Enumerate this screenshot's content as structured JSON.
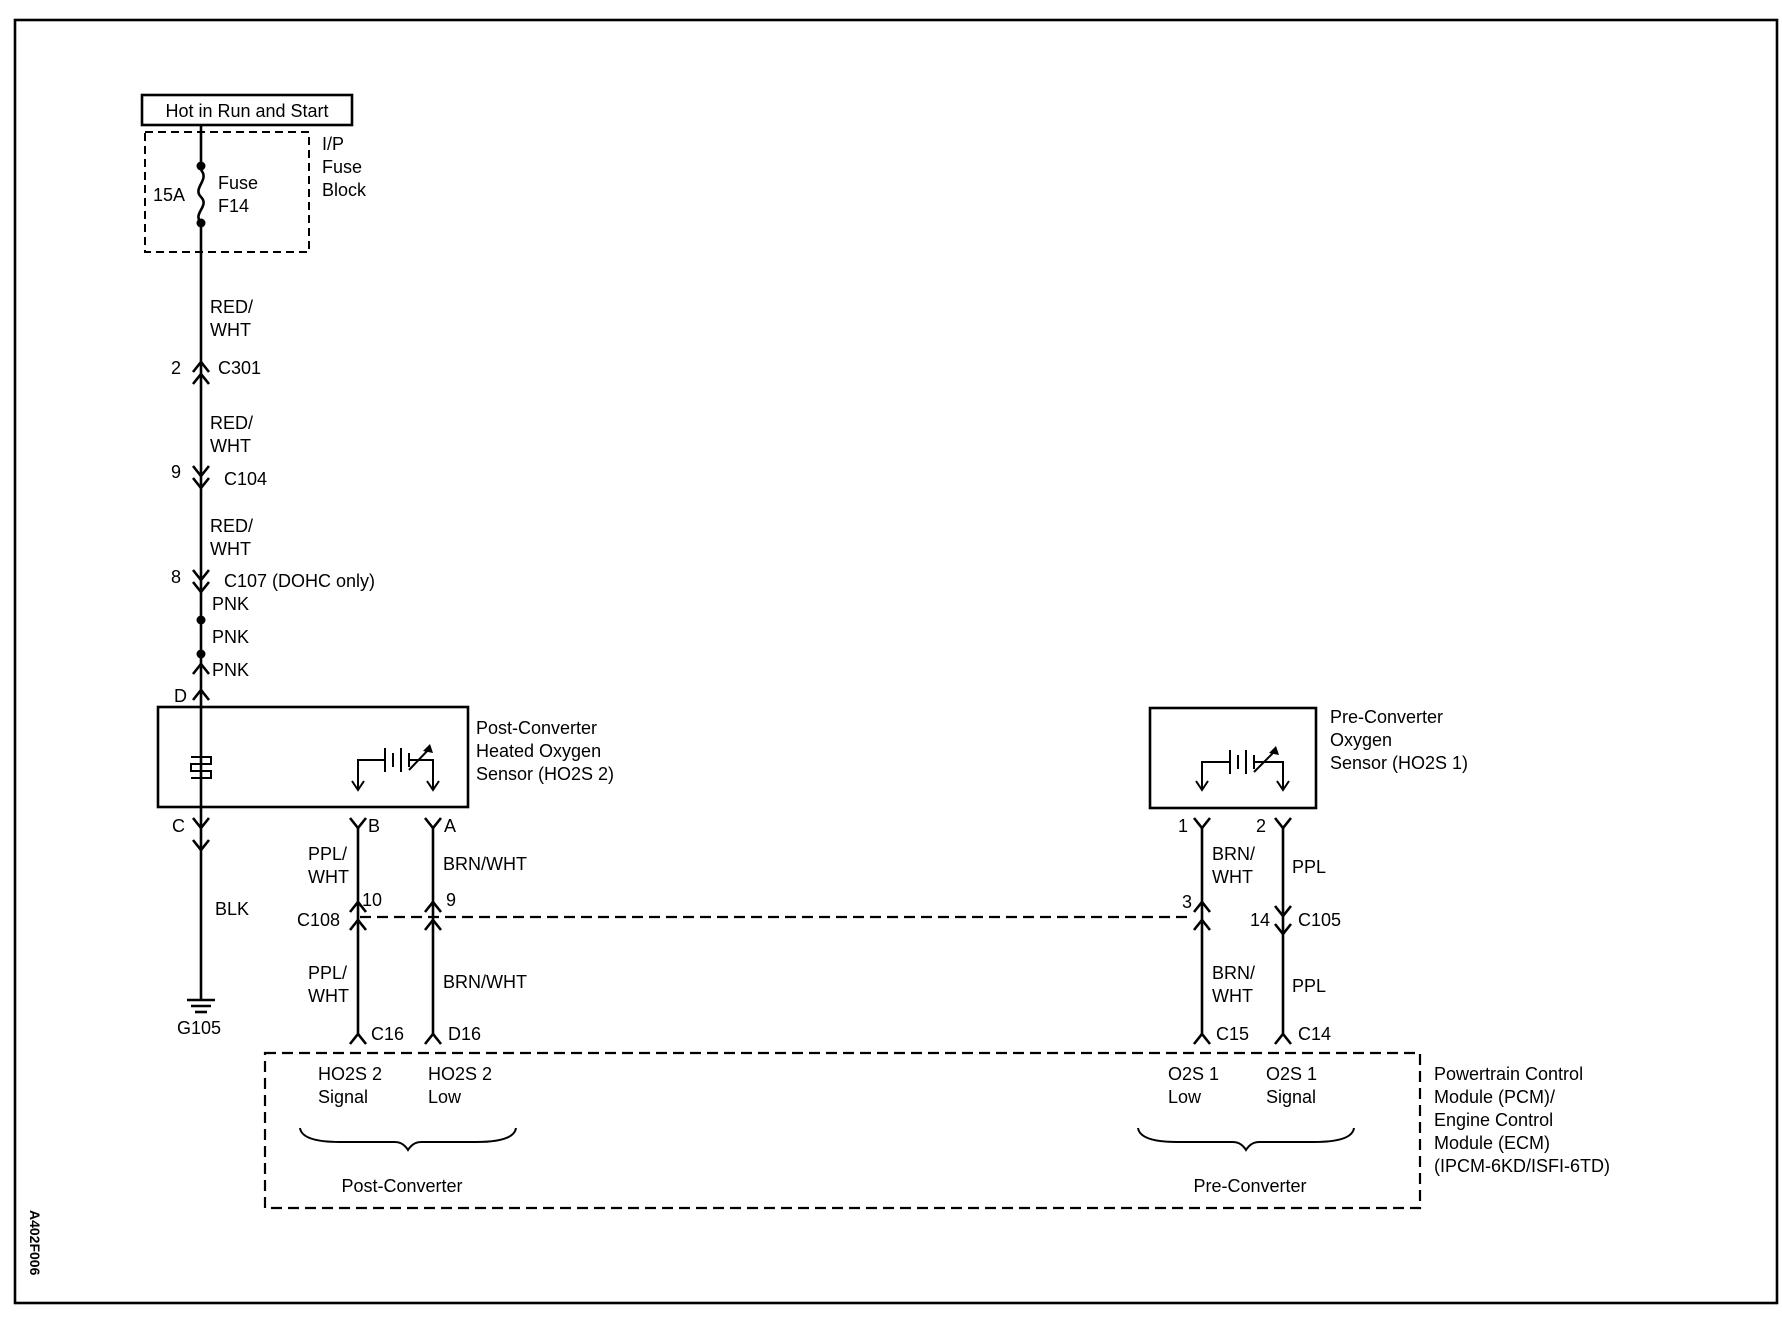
{
  "power_label": "Hot in Run and Start",
  "fuse_block": {
    "line1": "I/P",
    "line2": "Fuse",
    "line3": "Block",
    "rating": "15A",
    "fuse_name_1": "Fuse",
    "fuse_name_2": "F14"
  },
  "wires": {
    "red_wht_1a": "RED/",
    "red_wht_1b": "WHT",
    "red_wht_2a": "RED/",
    "red_wht_2b": "WHT",
    "red_wht_3a": "RED/",
    "red_wht_3b": "WHT",
    "pnk_1": "PNK",
    "pnk_2": "PNK",
    "pnk_3": "PNK",
    "blk": "BLK",
    "ppl_wht_up_a": "PPL/",
    "ppl_wht_up_b": "WHT",
    "ppl_wht_lo_a": "PPL/",
    "ppl_wht_lo_b": "WHT",
    "brn_wht_up": "BRN/WHT",
    "brn_wht_lo": "BRN/WHT",
    "brn_wht_r_up_a": "BRN/",
    "brn_wht_r_up_b": "WHT",
    "brn_wht_r_lo_a": "BRN/",
    "brn_wht_r_lo_b": "WHT",
    "ppl_r_up": "PPL",
    "ppl_r_lo": "PPL"
  },
  "connectors": {
    "c301_pin": "2",
    "c301": "C301",
    "c104_pin": "9",
    "c104": "C104",
    "c107_pin": "8",
    "c107": "C107 (DOHC only)",
    "pin_d": "D",
    "pin_c": "C",
    "pin_b": "B",
    "pin_a": "A",
    "c108": "C108",
    "c108_pin_10": "10",
    "c108_pin_9": "9",
    "pin_1": "1",
    "pin_2": "2",
    "c105_pin_3": "3",
    "c105_pin_14": "14",
    "c105": "C105",
    "c16": "C16",
    "d16": "D16",
    "c15": "C15",
    "c14": "C14",
    "ground": "G105"
  },
  "post_sensor": {
    "line1": "Post-Converter",
    "line2": "Heated Oxygen",
    "line3": "Sensor (HO2S 2)"
  },
  "pre_sensor": {
    "line1": "Pre-Converter",
    "line2": "Oxygen",
    "line3": "Sensor (HO2S 1)"
  },
  "pcm": {
    "line1": "Powertrain Control",
    "line2": "Module (PCM)/",
    "line3": "Engine Control",
    "line4": "Module (ECM)",
    "line5": "(IPCM-6KD/ISFI-6TD)",
    "ho2s2_signal_a": "HO2S 2",
    "ho2s2_signal_b": "Signal",
    "ho2s2_low_a": "HO2S 2",
    "ho2s2_low_b": "Low",
    "o2s1_low_a": "O2S 1",
    "o2s1_low_b": "Low",
    "o2s1_signal_a": "O2S 1",
    "o2s1_signal_b": "Signal",
    "post_group": "Post-Converter",
    "pre_group": "Pre-Converter"
  },
  "figure_code": "A402F006"
}
